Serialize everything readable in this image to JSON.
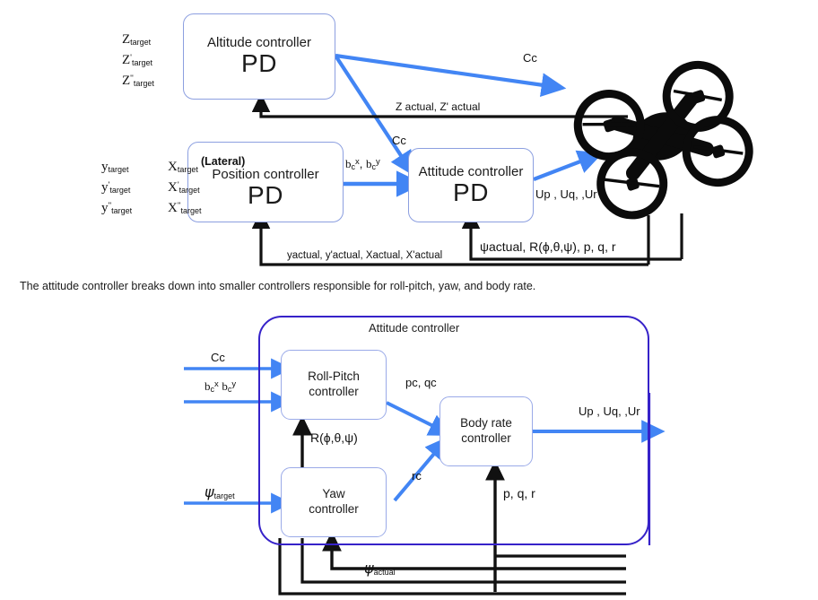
{
  "page": {
    "caption": "The attitude controller breaks down into smaller controllers responsible for roll-pitch, yaw, and body rate.",
    "accent_blue": "#4285f4",
    "box_border": "#8c9fe0",
    "group_border": "#3622c9",
    "feedback_black": "#111111"
  },
  "top_diagram": {
    "name": "cascaded-flight-control-block-diagram",
    "inputs": {
      "altitude": [
        "Z target",
        "Z' target",
        "Z'' target"
      ],
      "altitude_parts": [
        {
          "base": "Z",
          "prime": "",
          "sub": "target"
        },
        {
          "base": "Z",
          "prime": "'",
          "sub": "target"
        },
        {
          "base": "Z",
          "prime": "''",
          "sub": "target"
        }
      ],
      "lateral_y": [
        {
          "base": "y",
          "prime": "",
          "sub": "target"
        },
        {
          "base": "y",
          "prime": "'",
          "sub": "target"
        },
        {
          "base": "y",
          "prime": "''",
          "sub": "target"
        }
      ],
      "lateral_x": [
        {
          "base": "X",
          "prime": "",
          "sub": "target"
        },
        {
          "base": "X",
          "prime": "'",
          "sub": "target"
        },
        {
          "base": "X",
          "prime": "''",
          "sub": "target"
        }
      ]
    },
    "blocks": [
      {
        "id": "altitude-controller",
        "title": "Altitude controller",
        "law": "PD",
        "sub": ""
      },
      {
        "id": "position-controller",
        "title": "Position controller",
        "law": "PD",
        "sub": "(Lateral)"
      },
      {
        "id": "attitude-controller",
        "title": "Attitude controller",
        "law": "PD",
        "sub": ""
      }
    ],
    "signals": {
      "cc_to_drone": "Cc",
      "cc_to_attitude": "Cc",
      "bc_xy": "bₓᶜ , bᶜʸ",
      "bc_x_base": "b",
      "bc_x_sub": "c",
      "bc_x_sup": "x",
      "bc_y_base": "b",
      "bc_y_sub": "c",
      "bc_y_sup": "y",
      "u_outputs": "Up , Uq, ,Ur",
      "z_feedback": "Z actual, Z' actual",
      "lateral_feedback": "yactual, y'actual, Xactual, X'actual",
      "attitude_feedback": "ψactual, R(ϕ,θ,ψ), p, q, r"
    },
    "vehicle": {
      "name": "quadcopter-drone",
      "label": ""
    }
  },
  "bottom_diagram": {
    "name": "attitude-controller-breakdown",
    "group_title": "Attitude controller",
    "blocks": [
      {
        "id": "roll-pitch-controller",
        "line1": "Roll-Pitch",
        "line2": "controller"
      },
      {
        "id": "yaw-controller",
        "line1": "Yaw",
        "line2": "controller"
      },
      {
        "id": "body-rate-controller",
        "line1": "Body rate",
        "line2": "controller"
      }
    ],
    "signals": {
      "cc_in": "Cc",
      "bc_in": "bᶜˣ bᶜʸ",
      "psi_target": "ψtarget",
      "pc_qc": "pc, qc",
      "rc": "rc",
      "rotation": "R(ϕ,θ,ψ)",
      "pqr": "p, q, r",
      "u_outputs": "Up , Uq, ,Ur",
      "psi_actual": "ψactual"
    }
  }
}
